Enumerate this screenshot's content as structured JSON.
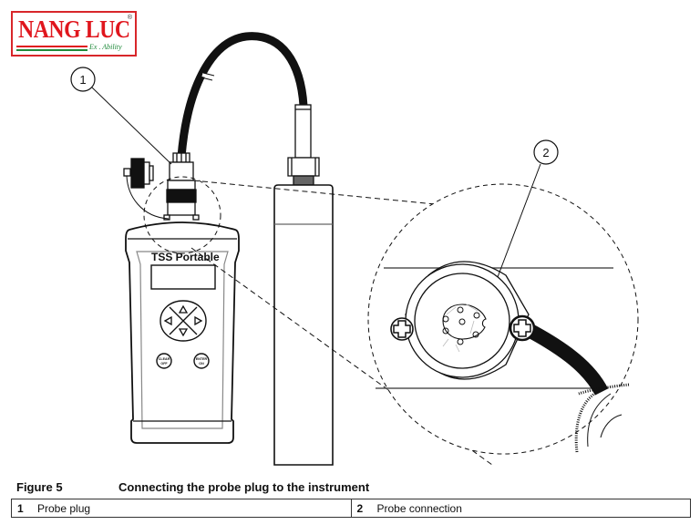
{
  "logo": {
    "brand": "NANG LUC",
    "tagline": "Ex . Ability",
    "registered_mark": "®",
    "colors": {
      "brand_red": "#e0161d",
      "brand_green": "#1f8a3a"
    }
  },
  "illustration": {
    "device_label": "TSS Portable",
    "buttons": {
      "clear_off": [
        "CLEAR",
        "OFF"
      ],
      "enter_on": [
        "ENTER",
        "ON"
      ]
    },
    "arrow_keys": [
      "up-arrow",
      "down-arrow",
      "left-arrow",
      "right-arrow"
    ],
    "callouts": [
      {
        "number": "1",
        "target": "probe plug"
      },
      {
        "number": "2",
        "target": "probe connection"
      }
    ]
  },
  "caption": {
    "figure_number": "Figure 5",
    "title": "Connecting the probe plug to the instrument"
  },
  "legend": [
    {
      "number": "1",
      "label": "Probe plug"
    },
    {
      "number": "2",
      "label": "Probe connection"
    }
  ]
}
